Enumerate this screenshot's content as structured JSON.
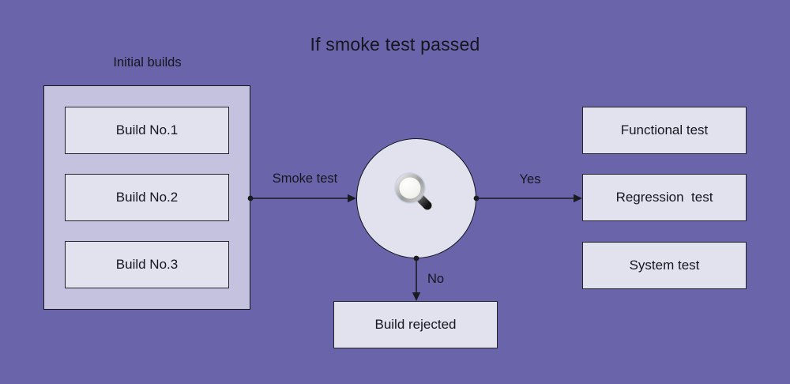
{
  "title": "If smoke test passed",
  "initial_builds": {
    "label": "Initial builds",
    "builds": [
      "Build No.1",
      "Build No.2",
      "Build No.3"
    ]
  },
  "decision": {
    "icon": "magnifier-icon"
  },
  "edges": {
    "smoke_test_label": "Smoke test",
    "yes_label": "Yes",
    "no_label": "No"
  },
  "outcomes": {
    "tests": [
      "Functional test",
      "Regression  test",
      "System test"
    ],
    "rejected": "Build rejected"
  },
  "colors": {
    "background": "#6A64AB",
    "group_fill": "#C5C2DF",
    "node_fill": "#E2E1EE",
    "border": "#15151C",
    "text": "#16161E"
  }
}
